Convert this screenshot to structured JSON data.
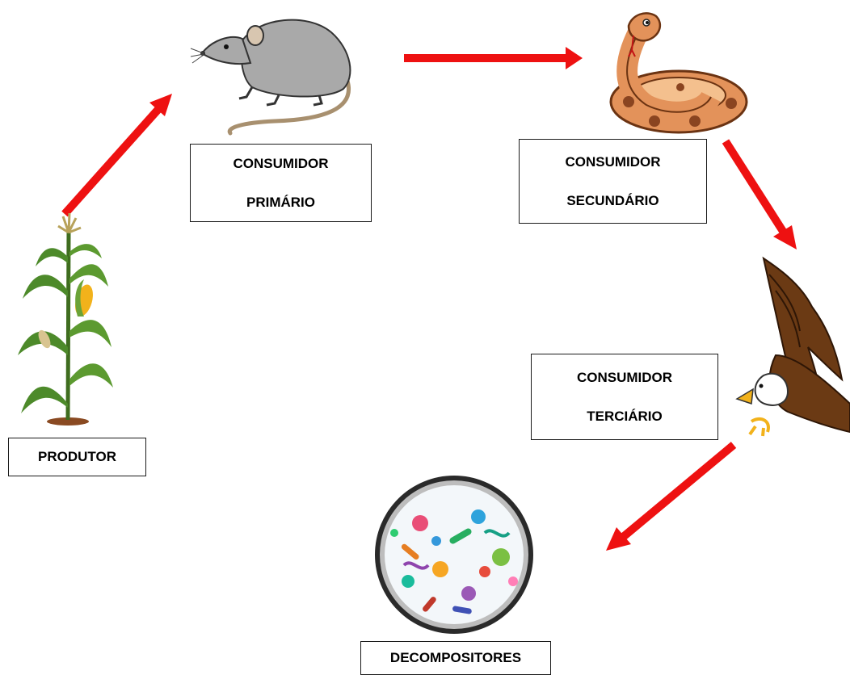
{
  "diagram": {
    "type": "food-chain",
    "arrow_color": "#ee1111",
    "nodes": [
      {
        "id": "produtor",
        "icon": "corn-plant",
        "label_lines": [
          "PRODUTOR"
        ]
      },
      {
        "id": "consumidor-primario",
        "icon": "rat",
        "label_lines": [
          "CONSUMIDOR",
          "PRIMÁRIO"
        ]
      },
      {
        "id": "consumidor-secundario",
        "icon": "snake",
        "label_lines": [
          "CONSUMIDOR",
          "SECUNDÁRIO"
        ]
      },
      {
        "id": "consumidor-terciario",
        "icon": "eagle",
        "label_lines": [
          "CONSUMIDOR",
          "TERCIÁRIO"
        ]
      },
      {
        "id": "decompositores",
        "icon": "microbes-petri-dish",
        "label_lines": [
          "DECOMPOSITORES"
        ]
      }
    ],
    "edges": [
      {
        "from": "produtor",
        "to": "consumidor-primario"
      },
      {
        "from": "consumidor-primario",
        "to": "consumidor-secundario"
      },
      {
        "from": "consumidor-secundario",
        "to": "consumidor-terciario"
      },
      {
        "from": "consumidor-terciario",
        "to": "decompositores"
      }
    ]
  }
}
